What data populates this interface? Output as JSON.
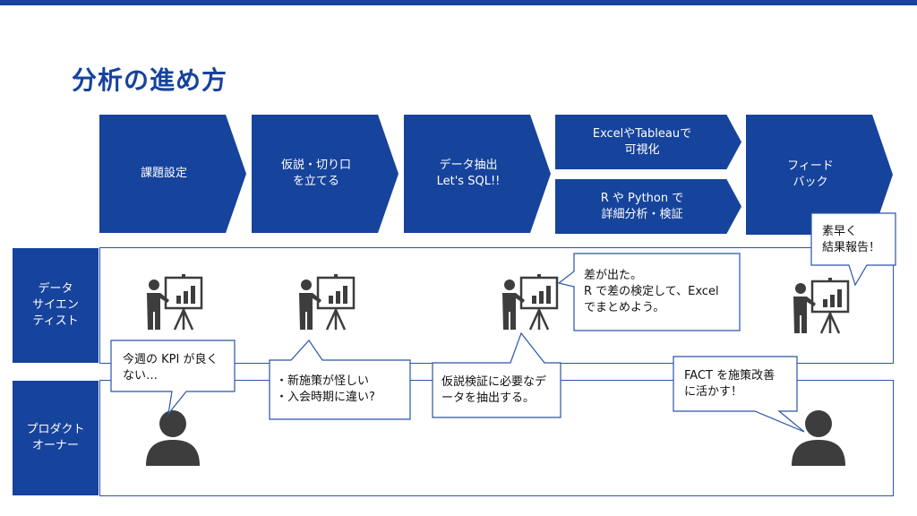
{
  "title": "分析の進め方",
  "steps": [
    {
      "label": "課題設定"
    },
    {
      "label": "仮説・切り口\nを立てる"
    },
    {
      "label": "データ抽出\nLet's SQL!!"
    },
    {
      "label": "ExcelやTableauで\n可視化"
    },
    {
      "label": "R や Python で\n詳細分析・検証"
    },
    {
      "label": "フィード\nバック"
    }
  ],
  "lanes": [
    {
      "label": "データ\nサイエン\nティスト"
    },
    {
      "label": "プロダクト\nオーナー"
    }
  ],
  "bubbles": {
    "po_kpi": "今週の KPI が良く\nない…",
    "ds_hypothesis": "・新施策が怪しい\n・入会時期に違い?",
    "ds_extract": "仮説検証に必要なデ\nータを抽出する。",
    "ds_analysis": "差が出た。\nR で差の検定して、Excel\nでまとめよう。",
    "ds_report": "素早く\n結果報告！",
    "po_fact": "FACT を施策改善\nに活かす！"
  },
  "colors": {
    "accent": "#16439c",
    "icon": "#3d3d3d"
  }
}
